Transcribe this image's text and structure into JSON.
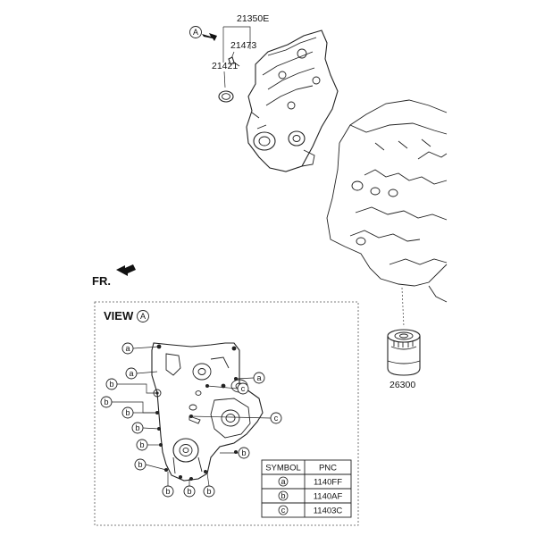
{
  "parts": {
    "cover_assembly": "21350E",
    "gasket": "21473",
    "oil_seal": "21421",
    "oil_filter": "26300"
  },
  "view_marker": "A",
  "front_label": "FR.",
  "view_box": {
    "title": "VIEW",
    "marker": "A"
  },
  "callouts": {
    "a": "a",
    "b": "b",
    "c": "c"
  },
  "symbol_table": {
    "header_symbol": "SYMBOL",
    "header_pnc": "PNC",
    "rows": [
      {
        "symbol": "a",
        "pnc": "1140FF"
      },
      {
        "symbol": "b",
        "pnc": "1140AF"
      },
      {
        "symbol": "c",
        "pnc": "11403C"
      }
    ]
  }
}
